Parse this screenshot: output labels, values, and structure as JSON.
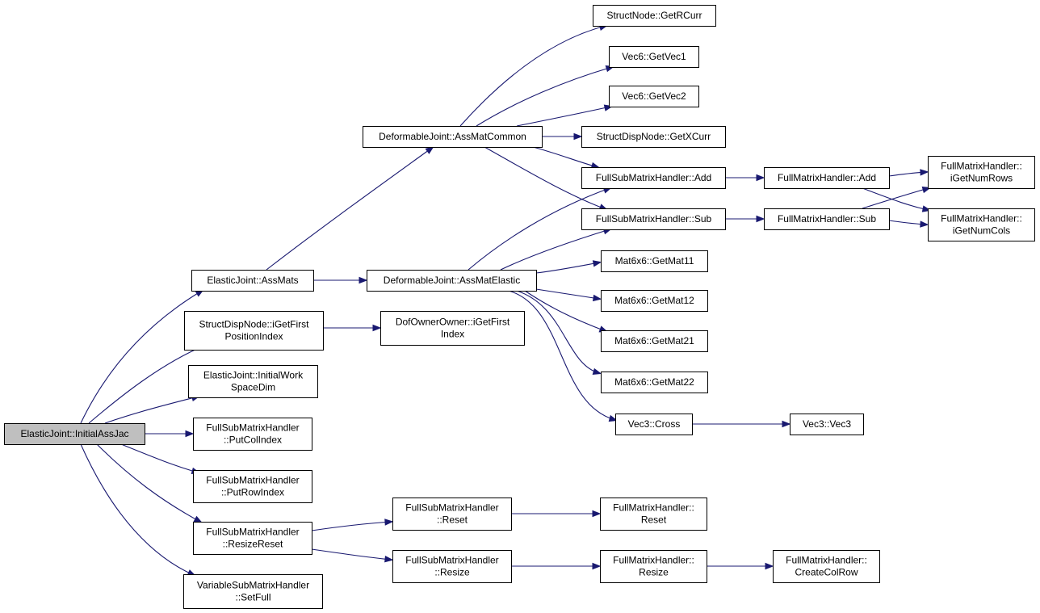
{
  "nodes": [
    {
      "id": "root",
      "lines": [
        "ElasticJoint::InitialAssJac"
      ],
      "root": true
    },
    {
      "id": "assmats",
      "lines": [
        "ElasticJoint::AssMats"
      ]
    },
    {
      "id": "igetfirstpos",
      "lines": [
        "StructDispNode::iGetFirst",
        "PositionIndex"
      ]
    },
    {
      "id": "initialwork",
      "lines": [
        "ElasticJoint::InitialWork",
        "SpaceDim"
      ]
    },
    {
      "id": "putcol",
      "lines": [
        "FullSubMatrixHandler",
        "::PutColIndex"
      ]
    },
    {
      "id": "putrow",
      "lines": [
        "FullSubMatrixHandler",
        "::PutRowIndex"
      ]
    },
    {
      "id": "resizereset",
      "lines": [
        "FullSubMatrixHandler",
        "::ResizeReset"
      ]
    },
    {
      "id": "setfull",
      "lines": [
        "VariableSubMatrixHandler",
        "::SetFull"
      ]
    },
    {
      "id": "assmatcommon",
      "lines": [
        "DeformableJoint::AssMatCommon"
      ]
    },
    {
      "id": "assmatelastic",
      "lines": [
        "DeformableJoint::AssMatElastic"
      ]
    },
    {
      "id": "dofowner",
      "lines": [
        "DofOwnerOwner::iGetFirst",
        "Index"
      ]
    },
    {
      "id": "getrcurr",
      "lines": [
        "StructNode::GetRCurr"
      ]
    },
    {
      "id": "getvec1",
      "lines": [
        "Vec6::GetVec1"
      ]
    },
    {
      "id": "getvec2",
      "lines": [
        "Vec6::GetVec2"
      ]
    },
    {
      "id": "getxcurr",
      "lines": [
        "StructDispNode::GetXCurr"
      ]
    },
    {
      "id": "fsmadd",
      "lines": [
        "FullSubMatrixHandler::Add"
      ]
    },
    {
      "id": "fsmsub",
      "lines": [
        "FullSubMatrixHandler::Sub"
      ]
    },
    {
      "id": "getmat11",
      "lines": [
        "Mat6x6::GetMat11"
      ]
    },
    {
      "id": "getmat12",
      "lines": [
        "Mat6x6::GetMat12"
      ]
    },
    {
      "id": "getmat21",
      "lines": [
        "Mat6x6::GetMat21"
      ]
    },
    {
      "id": "getmat22",
      "lines": [
        "Mat6x6::GetMat22"
      ]
    },
    {
      "id": "vec3cross",
      "lines": [
        "Vec3::Cross"
      ]
    },
    {
      "id": "fsmreset",
      "lines": [
        "FullSubMatrixHandler",
        "::Reset"
      ]
    },
    {
      "id": "fsmresize",
      "lines": [
        "FullSubMatrixHandler",
        "::Resize"
      ]
    },
    {
      "id": "fmadd",
      "lines": [
        "FullMatrixHandler::Add"
      ]
    },
    {
      "id": "fmsub",
      "lines": [
        "FullMatrixHandler::Sub"
      ]
    },
    {
      "id": "vec3vec3",
      "lines": [
        "Vec3::Vec3"
      ]
    },
    {
      "id": "fmreset",
      "lines": [
        "FullMatrixHandler::",
        "Reset"
      ]
    },
    {
      "id": "fmresize",
      "lines": [
        "FullMatrixHandler::",
        "Resize"
      ]
    },
    {
      "id": "getnumrows",
      "lines": [
        "FullMatrixHandler::",
        "iGetNumRows"
      ]
    },
    {
      "id": "getnumcols",
      "lines": [
        "FullMatrixHandler::",
        "iGetNumCols"
      ]
    },
    {
      "id": "createcolrow",
      "lines": [
        "FullMatrixHandler::",
        "CreateColRow"
      ]
    }
  ],
  "edges": [
    [
      "root",
      "assmats"
    ],
    [
      "root",
      "igetfirstpos"
    ],
    [
      "root",
      "initialwork"
    ],
    [
      "root",
      "putcol"
    ],
    [
      "root",
      "putrow"
    ],
    [
      "root",
      "resizereset"
    ],
    [
      "root",
      "setfull"
    ],
    [
      "assmats",
      "assmatcommon"
    ],
    [
      "assmats",
      "assmatelastic"
    ],
    [
      "igetfirstpos",
      "dofowner"
    ],
    [
      "assmatcommon",
      "getrcurr"
    ],
    [
      "assmatcommon",
      "getvec1"
    ],
    [
      "assmatcommon",
      "getvec2"
    ],
    [
      "assmatcommon",
      "getxcurr"
    ],
    [
      "assmatcommon",
      "fsmadd"
    ],
    [
      "assmatcommon",
      "fsmsub"
    ],
    [
      "assmatelastic",
      "fsmadd"
    ],
    [
      "assmatelastic",
      "fsmsub"
    ],
    [
      "assmatelastic",
      "getmat11"
    ],
    [
      "assmatelastic",
      "getmat12"
    ],
    [
      "assmatelastic",
      "getmat21"
    ],
    [
      "assmatelastic",
      "getmat22"
    ],
    [
      "assmatelastic",
      "vec3cross"
    ],
    [
      "fsmadd",
      "fmadd"
    ],
    [
      "fsmsub",
      "fmsub"
    ],
    [
      "fmadd",
      "getnumrows"
    ],
    [
      "fmadd",
      "getnumcols"
    ],
    [
      "fmsub",
      "getnumrows"
    ],
    [
      "fmsub",
      "getnumcols"
    ],
    [
      "vec3cross",
      "vec3vec3"
    ],
    [
      "resizereset",
      "fsmreset"
    ],
    [
      "resizereset",
      "fsmresize"
    ],
    [
      "fsmreset",
      "fmreset"
    ],
    [
      "fsmresize",
      "fmresize"
    ],
    [
      "fmresize",
      "createcolrow"
    ]
  ],
  "colors": {
    "edge": "#191970",
    "root_fill": "#bfbfbf",
    "node_fill": "#ffffff",
    "node_border": "#000000"
  }
}
